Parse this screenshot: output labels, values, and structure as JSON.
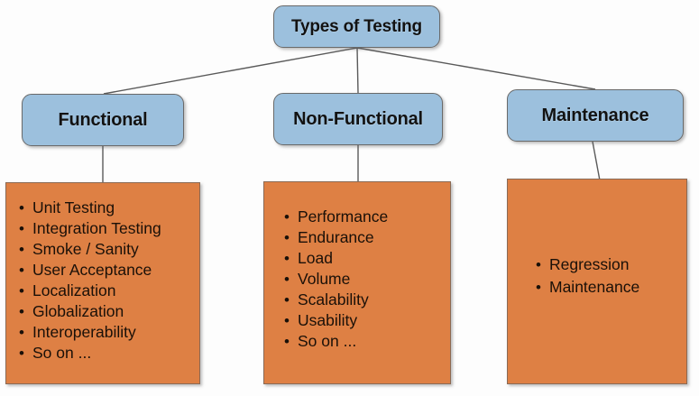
{
  "diagram": {
    "title": "Types of Testing",
    "root": {
      "label": "Types of Testing"
    },
    "branches": [
      {
        "label": "Functional"
      },
      {
        "label": "Non-Functional"
      },
      {
        "label": "Maintenance"
      }
    ],
    "lists": [
      {
        "owner": "Functional",
        "items": [
          "Unit Testing",
          "Integration Testing",
          "Smoke / Sanity",
          "User Acceptance",
          "Localization",
          "Globalization",
          "Interoperability",
          "So on ..."
        ]
      },
      {
        "owner": "Non-Functional",
        "items": [
          "Performance",
          "Endurance",
          "Load",
          "Volume",
          "Scalability",
          "Usability",
          "So on ..."
        ]
      },
      {
        "owner": "Maintenance",
        "items": [
          "Regression",
          "Maintenance"
        ]
      }
    ],
    "colors": {
      "node_fill": "#9cc0dd",
      "node_border": "#6a6a6a",
      "list_fill": "#de8044",
      "list_border": "#8a6a55",
      "connector": "#5a5a5a",
      "background": "#fdfdfd",
      "text": "#121212"
    }
  }
}
